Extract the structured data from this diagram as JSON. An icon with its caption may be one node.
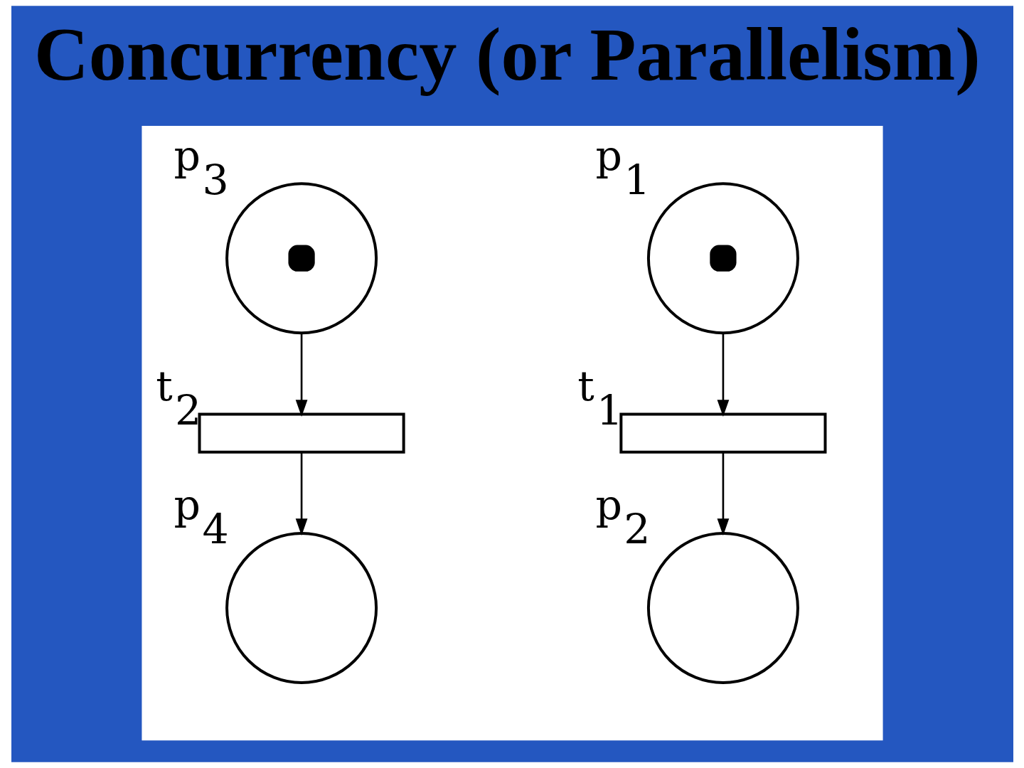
{
  "diagram": {
    "title": "Concurrency (or Parallelism)",
    "nodes": [
      {
        "text": [],
        "shape": "box"
      },
      {
        "text": [],
        "shape": "circle",
        "beside": [
          "p$_{1}$"
        ],
        "in": 0
      },
      {
        "text": [],
        "shape": "bar",
        "beside": [
          "t$_{1}$"
        ],
        "in": 0
      },
      {
        "text": [],
        "shape": "circle",
        "beside": [
          "p$_{2}$"
        ],
        "in": 0
      },
      {
        "text": [],
        "shape": "circle",
        "beside": [
          "p$_{3}$"
        ],
        "in": 0
      },
      {
        "text": [],
        "shape": "bar",
        "beside": [
          "t$_{2}$"
        ],
        "in": 0
      },
      {
        "text": [],
        "shape": "circle",
        "beside": [
          "p$_{4}$"
        ],
        "in": 0
      }
    ],
    "edges": [
      {
        "from": 1,
        "to": 2,
        "arrow": "to"
      },
      {
        "from": 2,
        "to": 3,
        "arrow": "to"
      },
      {
        "from": 4,
        "to": 5,
        "arrow": "to"
      },
      {
        "from": 5,
        "to": 6,
        "arrow": "to"
      }
    ]
  }
}
